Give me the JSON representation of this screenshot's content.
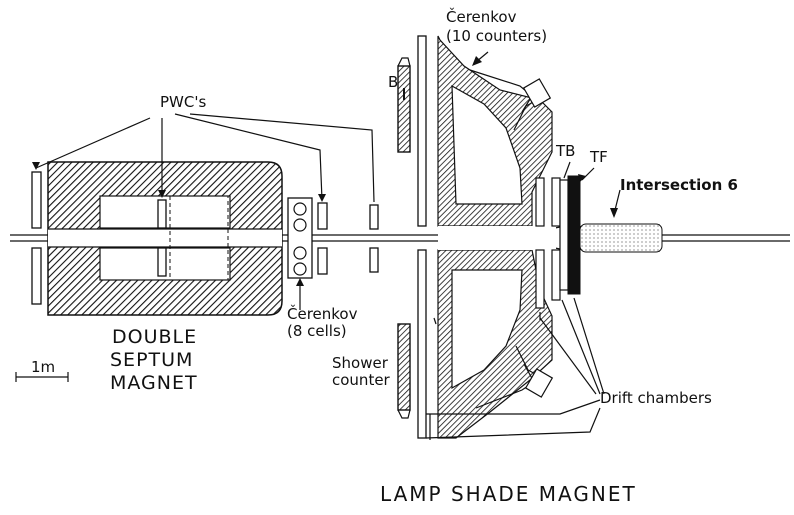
{
  "labels": {
    "pwc": "PWC's",
    "cerenkov_top_1": "Čerenkov",
    "cerenkov_top_2": "(10 counters)",
    "b": "B",
    "tb": "TB",
    "tf": "TF",
    "intersection": "Intersection 6",
    "cerenkov_small_1": "Čerenkov",
    "cerenkov_small_2": "(8 cells)",
    "scale": "1m",
    "dsm_1": "DOUBLE",
    "dsm_2": "SEPTUM",
    "dsm_3": "MAGNET",
    "shower_1": "Shower",
    "shower_2": "counter",
    "drift": "Drift chambers",
    "lamp": "LAMP SHADE MAGNET"
  },
  "colors": {
    "ink": "#111111",
    "paper": "#ffffff"
  }
}
